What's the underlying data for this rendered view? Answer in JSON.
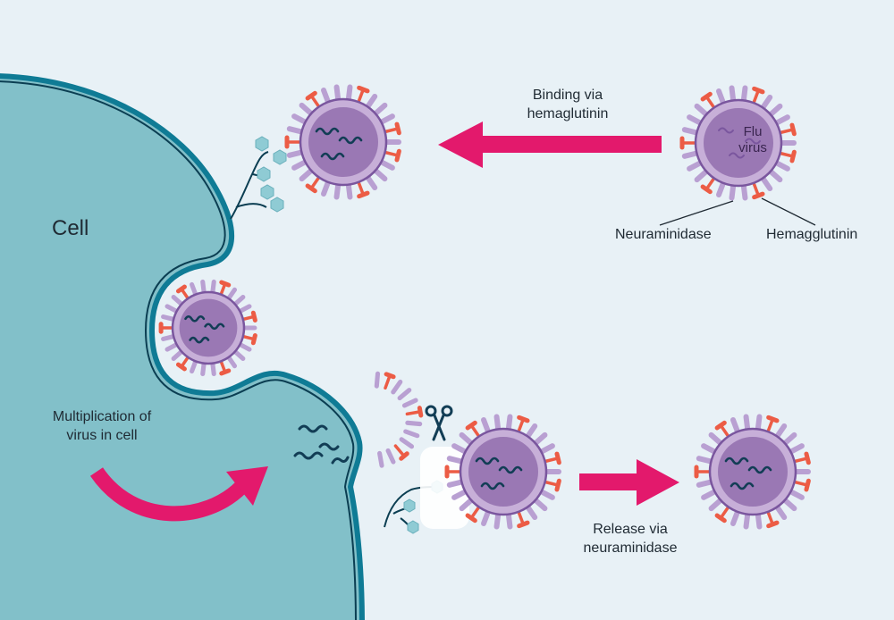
{
  "labels": {
    "cell": "Cell",
    "binding": [
      "Binding via",
      "hemaglutinin"
    ],
    "flu_virus": [
      "Flu",
      "virus"
    ],
    "neuraminidase": "Neuraminidase",
    "hemagglutinin": "Hemagglutinin",
    "multiplication": [
      "Multiplication of",
      "virus in cell"
    ],
    "release": [
      "Release via",
      "neuraminidase"
    ]
  },
  "colors": {
    "background": "#e8f1f6",
    "cell_fill": "#82c0c9",
    "cell_outline": "#0f7b95",
    "cell_inner_line": "#0b3e52",
    "virus_envelope": "#c7afd8",
    "virus_core": "#9a78b4",
    "virus_outline": "#7a569e",
    "hemagglutinin_spike": "#b9a0d2",
    "neuraminidase_spike": "#ec5c45",
    "rna": "#123d55",
    "arrow": "#e3196c",
    "receptor": "#8fcbd4"
  }
}
